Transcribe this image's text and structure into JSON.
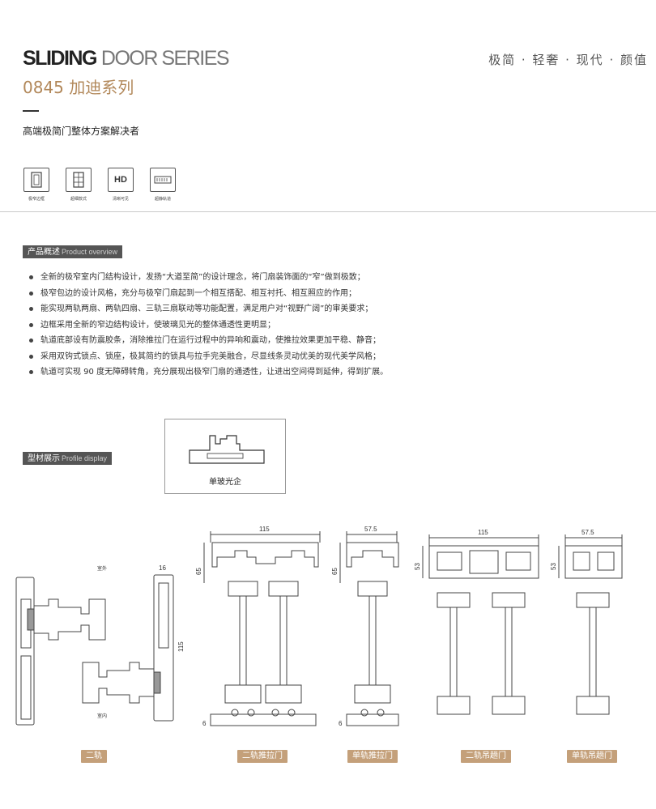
{
  "header": {
    "brand_bold": "SLIDING",
    "brand_light": "DOOR SERIES",
    "series_title": "0845 加迪系列",
    "slogan": "极简 · 轻奢 · 现代 · 颜值",
    "subtitle": "高端极简门整体方案解决者"
  },
  "features": [
    {
      "icon": "narrow-frame-icon",
      "label": "极窄边框"
    },
    {
      "icon": "ultra-narrow-icon",
      "label": "超细款式"
    },
    {
      "icon": "hd-icon",
      "label": "清晰可见",
      "text": "HD"
    },
    {
      "icon": "silent-track-icon",
      "label": "超静轨道"
    }
  ],
  "overview": {
    "tag_cn": "产品概述",
    "tag_en": "Product overview",
    "items": [
      "全新的极窄室内门结构设计，发扬“大道至简”的设计理念，将门扇装饰面的“窄”做到极致；",
      "极窄包边的设计风格，充分与极窄门扇起到一个相互搭配、相互衬托、相互照应的作用；",
      "能实现两轨两扇、两轨四扇、三轨三扇联动等功能配置，满足用户对“视野广阔”的审美要求；",
      "边框采用全新的窄边结构设计，使玻璃见光的整体通透性更明显；",
      "轨道底部设有防震胶条，消除推拉门在运行过程中的异响和震动，使推拉效果更加平稳、静音；",
      "采用双钩式锁点、锁座，极其简约的锁具与拉手完美融合，尽显线条灵动优美的现代美学风格；",
      "轨道可实现 90 度无障碍转角，充分展现出极窄门扇的通透性，让进出空间得到延伸，得到扩展。"
    ]
  },
  "profile": {
    "tag_cn": "型材展示",
    "tag_en": "Profile display",
    "glass_label": "单玻光企"
  },
  "drawings": {
    "labels": [
      "二轨",
      "二轨推拉门",
      "单轨推拉门",
      "二轨吊趟门",
      "单轨吊趟门"
    ],
    "dims": {
      "d16": "16",
      "d115_v": "115",
      "d115_a": "115",
      "d65_a": "65",
      "d575_a": "57.5",
      "d65_b": "65",
      "d115_b": "115",
      "d53_a": "53",
      "d575_b": "57.5",
      "d53_b": "53",
      "d6_a": "6",
      "d6_b": "6"
    },
    "side_labels": {
      "outdoor": "室外",
      "indoor": "室内"
    }
  }
}
